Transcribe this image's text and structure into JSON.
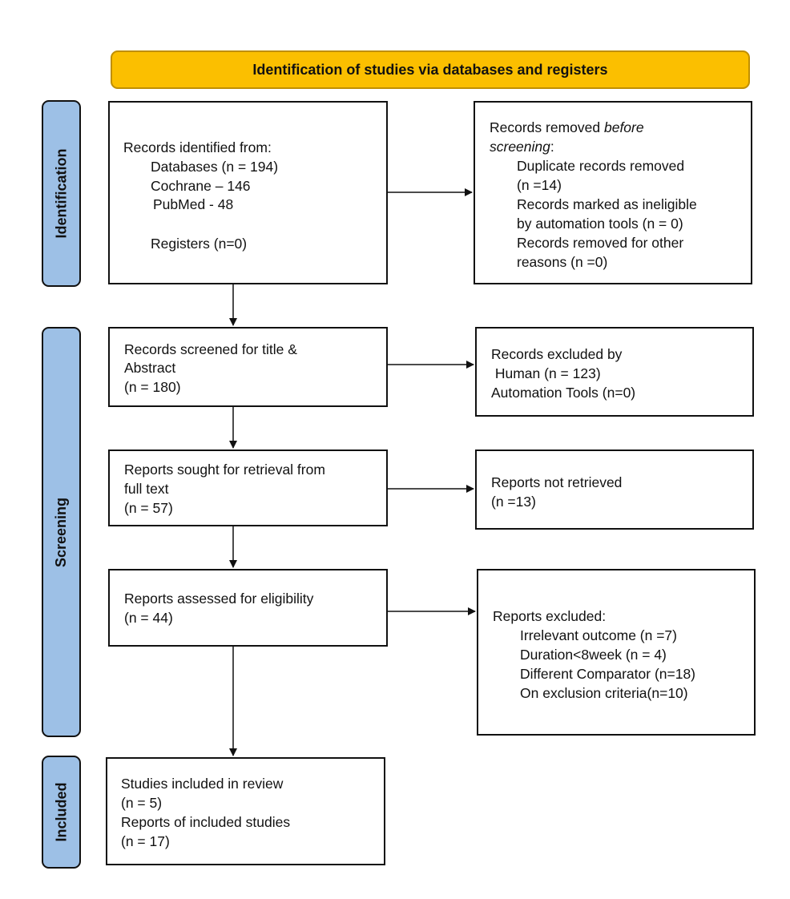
{
  "header": {
    "title": "Identification of studies via databases and registers"
  },
  "stages": {
    "identification": "Identification",
    "screening": "Screening",
    "included": "Included"
  },
  "boxes": {
    "records_identified": {
      "lines": [
        "Records identified from:",
        "Databases (n = 194)",
        "Cochrane – 146",
        "PubMed - 48",
        "Registers (n=0)"
      ]
    },
    "records_removed": {
      "title_a": "Records removed ",
      "title_b": "before",
      "title_c": "screening",
      "title_d": ":",
      "lines": [
        "Duplicate records removed",
        "(n =14)",
        "Records marked as ineligible",
        "by automation tools (n = 0)",
        "Records removed for other",
        "reasons (n =0)"
      ]
    },
    "records_screened": {
      "lines": [
        "Records screened for title &",
        "Abstract",
        "(n = 180)"
      ]
    },
    "records_excluded": {
      "lines": [
        "Records excluded by",
        " Human (n = 123)",
        "Automation Tools (n=0)"
      ]
    },
    "reports_sought": {
      "lines": [
        "Reports sought for retrieval from",
        "full text",
        "(n = 57)"
      ]
    },
    "reports_not_retrieved": {
      "lines": [
        "Reports not retrieved",
        "(n =13)"
      ]
    },
    "reports_assessed": {
      "lines": [
        "Reports assessed for eligibility",
        "(n = 44)"
      ]
    },
    "reports_excluded": {
      "lines": [
        "Reports excluded:",
        "Irrelevant outcome (n =7)",
        "Duration<8week (n = 4)",
        "Different Comparator (n=18)",
        "On exclusion criteria(n=10)"
      ]
    },
    "studies_included": {
      "lines": [
        "Studies included in review",
        "(n = 5)",
        "Reports of included studies",
        "(n = 17)"
      ]
    }
  }
}
